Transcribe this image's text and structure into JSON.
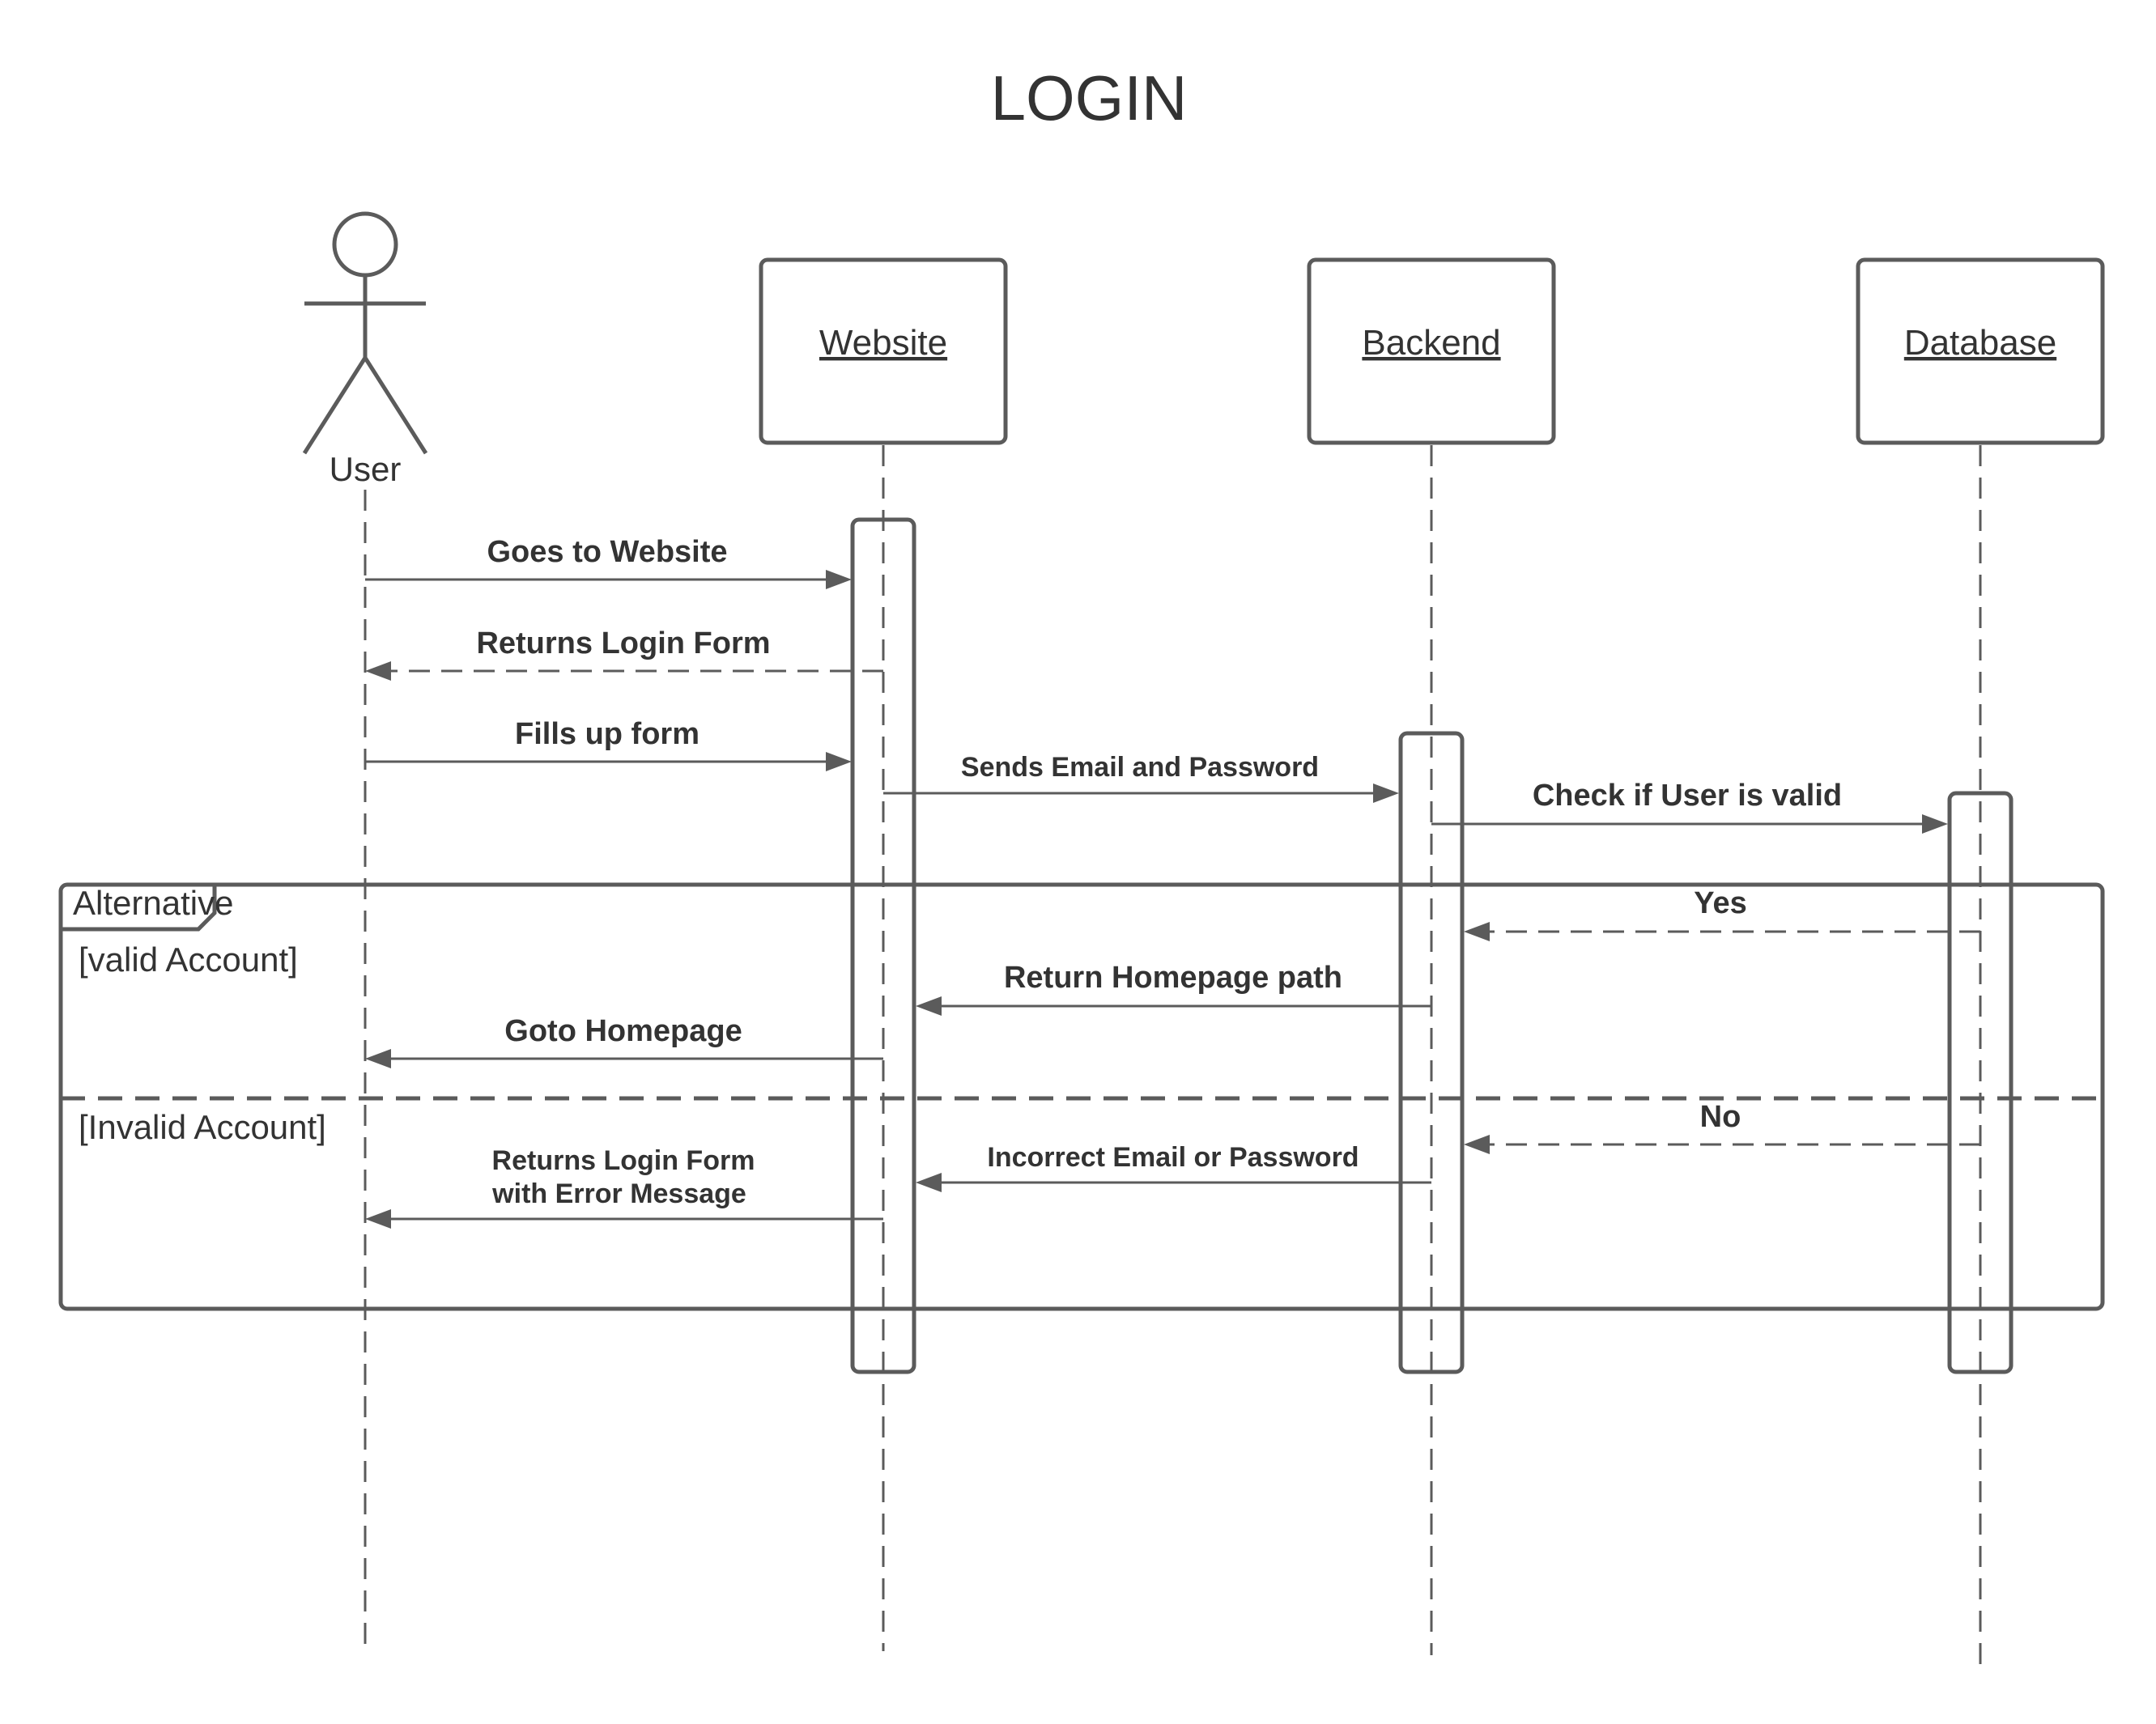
{
  "title": "LOGIN",
  "participants": {
    "user": "User",
    "website": "Website",
    "backend": "Backend",
    "database": "Database"
  },
  "messages": {
    "goes_to_website": "Goes to Website",
    "returns_login_form": "Returns Login Form",
    "fills_up_form": "Fills up form",
    "sends_email_password": "Sends Email and Password",
    "check_user_valid": "Check if User is valid",
    "yes": "Yes",
    "return_homepage_path": "Return Homepage path",
    "goto_homepage": "Goto Homepage",
    "no": "No",
    "incorrect_email_password": "Incorrect Email or Password",
    "returns_login_form_error_line1": "Returns Login Form",
    "returns_login_form_error_line2": "with Error Message"
  },
  "fragment": {
    "label": "Alternative",
    "guard_valid": "[valid Account]",
    "guard_invalid": "[Invalid Account]"
  },
  "colors": {
    "line": "#5b5b5b",
    "text": "#333333",
    "background": "#ffffff"
  }
}
